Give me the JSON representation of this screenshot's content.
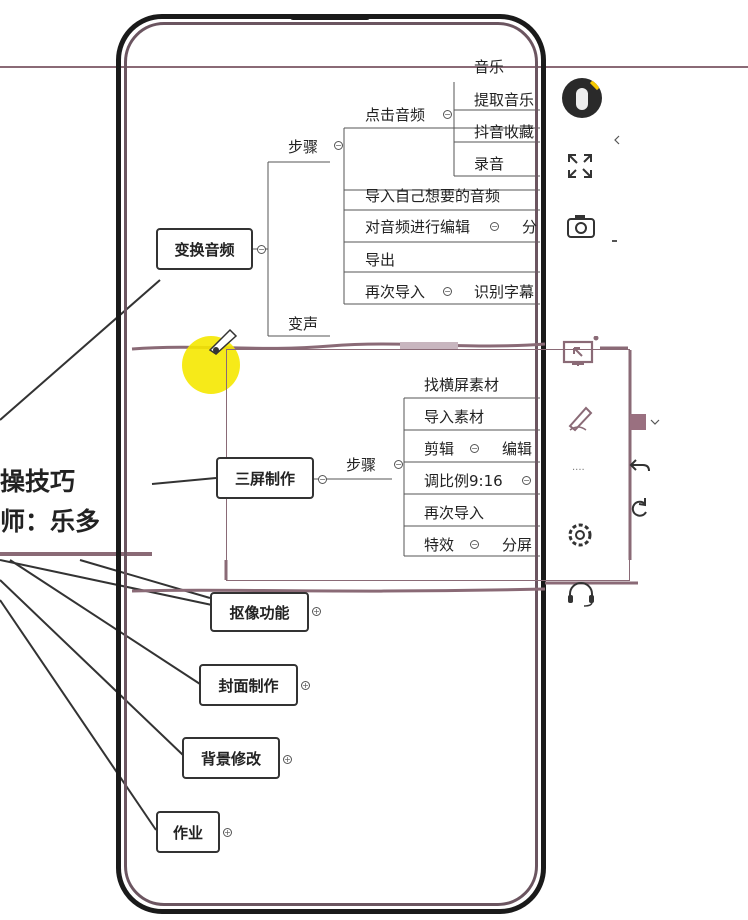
{
  "left_title": {
    "line1": "操技巧",
    "line2": "师：乐多"
  },
  "audio_branch": {
    "root": "变换音频",
    "steps": "步骤",
    "voice_change": "变声",
    "click_audio": "点击音频",
    "click_audio_children": [
      "音乐",
      "提取音乐",
      "抖音收藏",
      "录音"
    ],
    "import_own_audio": "导入自己想要的音频",
    "edit_audio": "对音频进行编辑",
    "edit_audio_child": "分",
    "export": "导出",
    "reimport": "再次导入",
    "reimport_child": "识别字幕"
  },
  "triple_branch": {
    "root": "三屏制作",
    "steps": "步骤",
    "find_landscape": "找横屏素材",
    "import_material": "导入素材",
    "cut": "剪辑",
    "cut_child": "编辑",
    "ratio": "调比例9:16",
    "reimport": "再次导入",
    "effects": "特效",
    "effects_child": "分屏"
  },
  "other_branches": [
    "抠像功能",
    "封面制作",
    "背景修改",
    "作业"
  ],
  "toolbar": {
    "icons": [
      "avatar",
      "collapse-arrow-icon",
      "fullscreen-icon",
      "camera-icon",
      "screen-share-icon",
      "pen-icon",
      "color-swatch",
      "undo-icon",
      "redo-icon",
      "settings-icon",
      "headset-icon"
    ],
    "swatch_color": "#9a7080",
    "ellipsis": "...."
  },
  "colors": {
    "accent": "#8a6a76",
    "highlight": "#f5e800"
  }
}
